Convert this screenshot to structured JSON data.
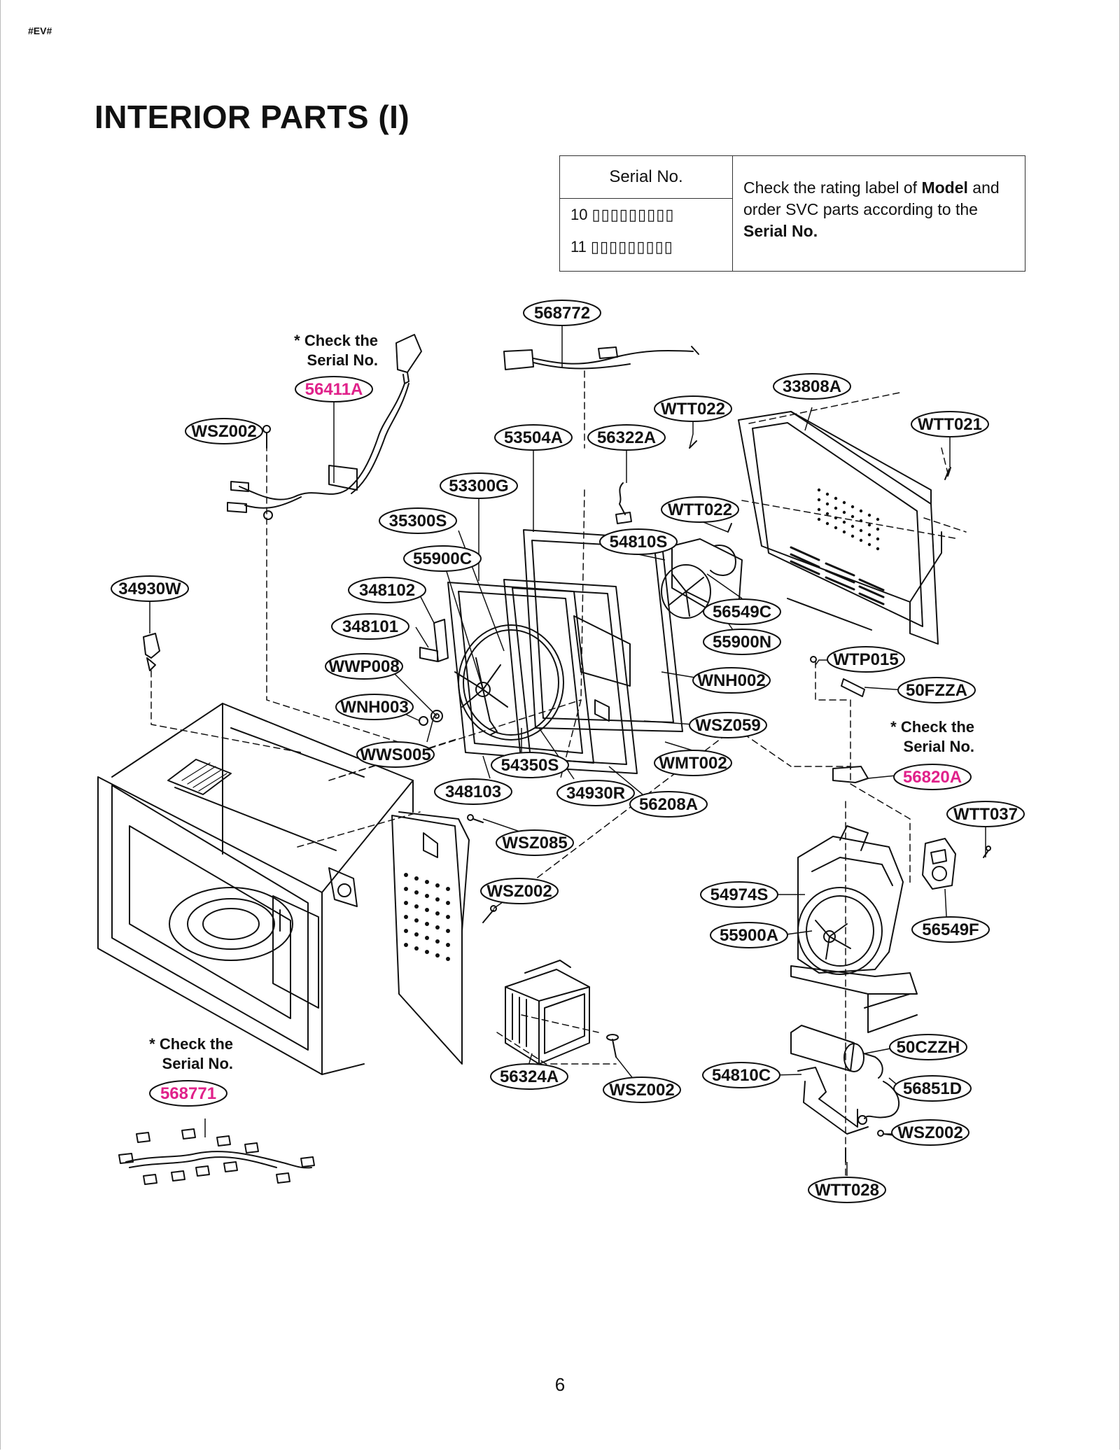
{
  "header": {
    "doc_code": "#EV#",
    "title": "INTERIOR PARTS (I)"
  },
  "serial_table": {
    "header": "Serial No.",
    "rows": [
      {
        "prefix": "10",
        "digits": "▯▯▯▯▯▯▯▯▯"
      },
      {
        "prefix": "11",
        "digits": "▯▯▯▯▯▯▯▯▯"
      }
    ],
    "note_parts": [
      "Check the rating label of ",
      "Model",
      " and order SVC parts according to the ",
      "Serial No."
    ]
  },
  "check_notes": [
    {
      "line1": "* Check the",
      "line2": "Serial No."
    },
    {
      "line1": "* Check the",
      "line2": "Serial No."
    },
    {
      "line1": "* Check the",
      "line2": "Serial No."
    }
  ],
  "callouts": [
    {
      "label": "568772",
      "highlight": false
    },
    {
      "label": "56411A",
      "highlight": true
    },
    {
      "label": "WSZ002",
      "highlight": false
    },
    {
      "label": "53504A",
      "highlight": false
    },
    {
      "label": "56322A",
      "highlight": false
    },
    {
      "label": "WTT022",
      "highlight": false
    },
    {
      "label": "33808A",
      "highlight": false
    },
    {
      "label": "WTT021",
      "highlight": false
    },
    {
      "label": "53300G",
      "highlight": false
    },
    {
      "label": "WTT022",
      "highlight": false
    },
    {
      "label": "35300S",
      "highlight": false
    },
    {
      "label": "54810S",
      "highlight": false
    },
    {
      "label": "55900C",
      "highlight": false
    },
    {
      "label": "34930W",
      "highlight": false
    },
    {
      "label": "348102",
      "highlight": false
    },
    {
      "label": "56549C",
      "highlight": false
    },
    {
      "label": "348101",
      "highlight": false
    },
    {
      "label": "55900N",
      "highlight": false
    },
    {
      "label": "WWP008",
      "highlight": false
    },
    {
      "label": "WTP015",
      "highlight": false
    },
    {
      "label": "WNH002",
      "highlight": false
    },
    {
      "label": "50FZZA",
      "highlight": false
    },
    {
      "label": "WNH003",
      "highlight": false
    },
    {
      "label": "WSZ059",
      "highlight": false
    },
    {
      "label": "WWS005",
      "highlight": false
    },
    {
      "label": "54350S",
      "highlight": false
    },
    {
      "label": "WMT002",
      "highlight": false
    },
    {
      "label": "56820A",
      "highlight": true
    },
    {
      "label": "348103",
      "highlight": false
    },
    {
      "label": "34930R",
      "highlight": false
    },
    {
      "label": "56208A",
      "highlight": false
    },
    {
      "label": "WTT037",
      "highlight": false
    },
    {
      "label": "WSZ085",
      "highlight": false
    },
    {
      "label": "WSZ002",
      "highlight": false
    },
    {
      "label": "54974S",
      "highlight": false
    },
    {
      "label": "56549F",
      "highlight": false
    },
    {
      "label": "55900A",
      "highlight": false
    },
    {
      "label": "568771",
      "highlight": true
    },
    {
      "label": "50CZZH",
      "highlight": false
    },
    {
      "label": "56324A",
      "highlight": false
    },
    {
      "label": "WSZ002",
      "highlight": false
    },
    {
      "label": "54810C",
      "highlight": false
    },
    {
      "label": "56851D",
      "highlight": false
    },
    {
      "label": "WSZ002",
      "highlight": false
    },
    {
      "label": "WTT028",
      "highlight": false
    }
  ],
  "colors": {
    "highlight": "#e0218a",
    "line": "#111111"
  },
  "footer": {
    "page_number": "6"
  }
}
